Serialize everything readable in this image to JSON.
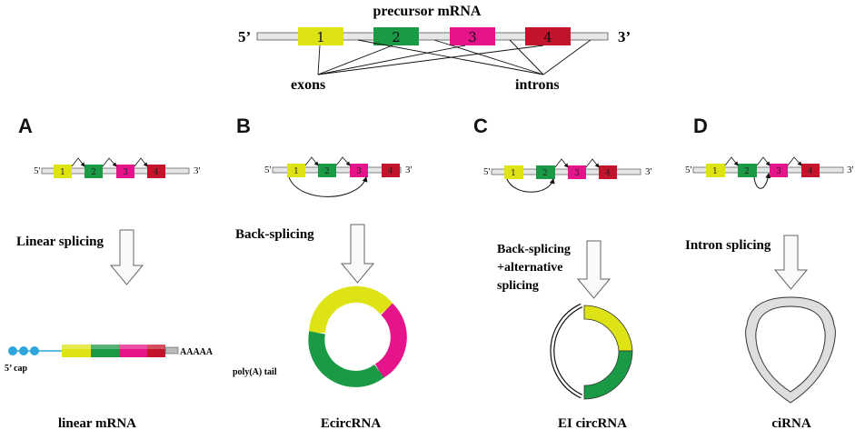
{
  "colors": {
    "exon1": "#dde314",
    "exon2": "#1b9a46",
    "exon3": "#e5148a",
    "exon4": "#c4142b",
    "strand": "#e6e6e6",
    "cap": "#2ea6dc"
  },
  "top": {
    "title": "precursor mRNA",
    "five_prime": "5’",
    "three_prime": "3’",
    "exons_label": "exons",
    "introns_label": "introns",
    "exon_numbers": [
      "1",
      "2",
      "3",
      "4"
    ]
  },
  "panels": [
    {
      "letter": "A",
      "process": "Linear splicing",
      "product": "linear mRNA",
      "five": "5'",
      "three": "3'",
      "extra": {
        "cap": "5’ cap",
        "tail": "AAAAA"
      }
    },
    {
      "letter": "B",
      "process": "Back-splicing",
      "product": "EcircRNA",
      "five": "5'",
      "three": "3'",
      "extra": {
        "polyA": "poly(A) tail"
      }
    },
    {
      "letter": "C",
      "process_lines": [
        "Back-splicing",
        "+alternative",
        "splicing"
      ],
      "product": "EI circRNA",
      "five": "5'",
      "three": "3'"
    },
    {
      "letter": "D",
      "process": "Intron splicing",
      "product": "ciRNA",
      "five": "5'",
      "three": "3'"
    }
  ]
}
